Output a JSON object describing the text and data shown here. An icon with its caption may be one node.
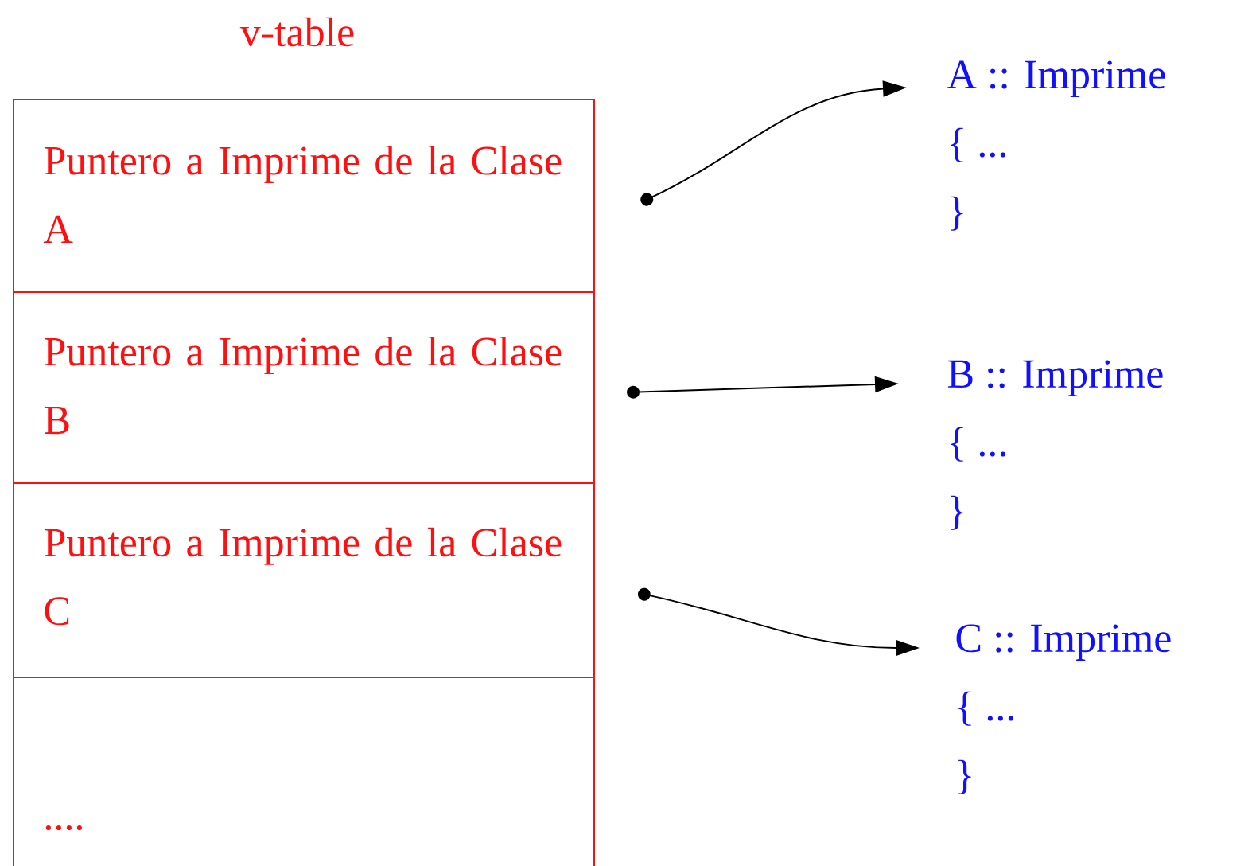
{
  "diagram": {
    "title": "v-table",
    "nodes": [
      {
        "text": [
          "Puntero a Imprime de la Clase A"
        ]
      },
      {
        "text": [
          "Puntero a Imprime de la Clase B"
        ]
      },
      {
        "text": [
          "Puntero a Imprime de la Clase C"
        ]
      },
      {
        "text": [
          "...."
        ]
      },
      {
        "text": [
          "A :: Imprime",
          "{ ...",
          "}"
        ]
      },
      {
        "text": [
          "B :: Imprime",
          "{ ...",
          "}"
        ]
      },
      {
        "text": [
          "C :: Imprime",
          "{ ...",
          "}"
        ]
      }
    ],
    "edges": [
      {
        "from": 0,
        "to": 4,
        "arrow": "to"
      },
      {
        "from": 1,
        "to": 5,
        "arrow": "to"
      },
      {
        "from": 2,
        "to": 6,
        "arrow": "to"
      }
    ]
  }
}
